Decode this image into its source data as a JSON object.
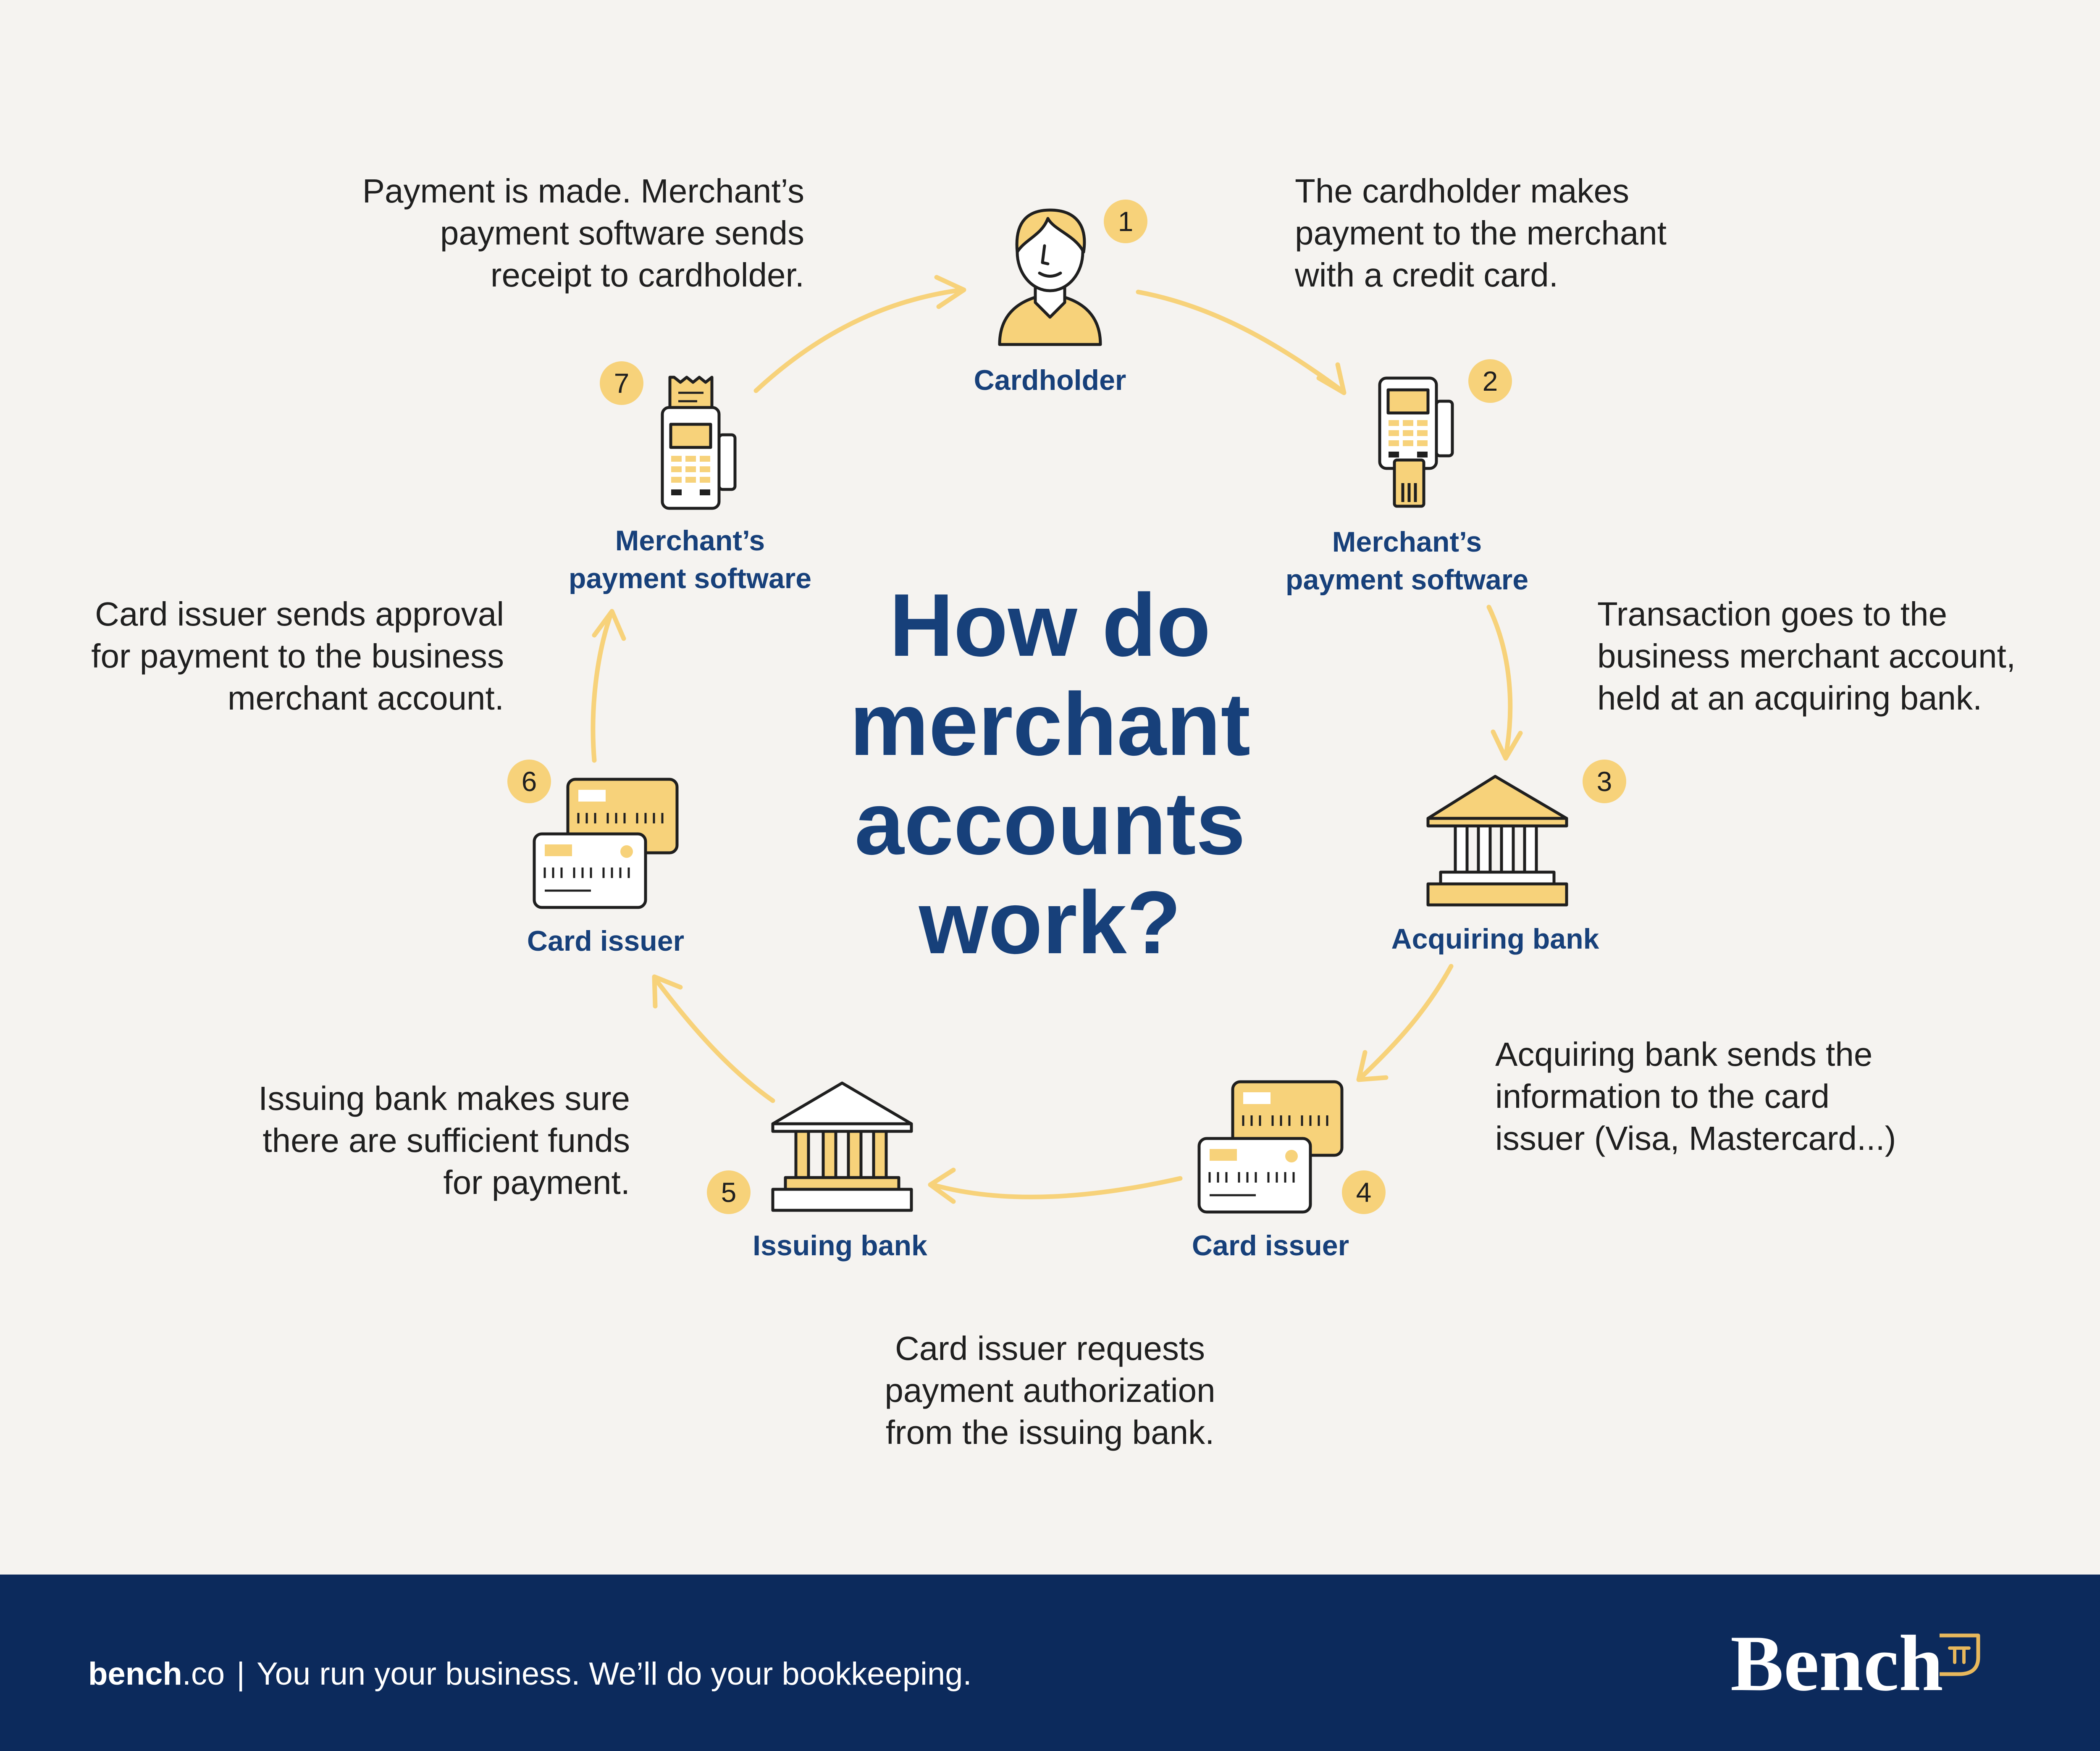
{
  "title": [
    "How do",
    "merchant",
    "accounts",
    "work?"
  ],
  "colors": {
    "accent": "#f7d27a",
    "navy": "#17407a",
    "footer": "#0c2a5c",
    "background": "#f5f3f0"
  },
  "steps": [
    {
      "number": "1",
      "label": [
        "Cardholder"
      ],
      "icon": "person-icon",
      "description": [
        "The cardholder makes",
        "payment to the merchant",
        "with a credit card."
      ]
    },
    {
      "number": "2",
      "label": [
        "Merchant’s",
        "payment software"
      ],
      "icon": "card-terminal-icon",
      "description": [
        "Transaction goes to the",
        "business merchant account,",
        "held at an acquiring bank."
      ]
    },
    {
      "number": "3",
      "label": [
        "Acquiring bank"
      ],
      "icon": "bank-icon",
      "description": [
        "Acquiring bank sends the",
        "information to the card",
        "issuer (Visa, Mastercard...)"
      ]
    },
    {
      "number": "4",
      "label": [
        "Card issuer"
      ],
      "icon": "credit-cards-icon",
      "description": [
        "Card issuer requests",
        "payment authorization",
        "from the issuing bank."
      ]
    },
    {
      "number": "5",
      "label": [
        "Issuing bank"
      ],
      "icon": "bank-icon",
      "description": [
        "Issuing bank makes sure",
        "there are sufficient funds",
        "for payment."
      ]
    },
    {
      "number": "6",
      "label": [
        "Card issuer"
      ],
      "icon": "credit-cards-icon",
      "description": [
        "Card issuer sends approval",
        "for payment to the business",
        "merchant account."
      ]
    },
    {
      "number": "7",
      "label": [
        "Merchant’s",
        "payment software"
      ],
      "icon": "receipt-terminal-icon",
      "description": [
        "Payment is made. Merchant’s",
        "payment software sends",
        "receipt to cardholder."
      ]
    }
  ],
  "footer": {
    "site_bold": "bench",
    "site_rest": ".co",
    "separator": "|",
    "tagline": "You run your business. We’ll do your bookkeeping.",
    "logo": "Bench"
  }
}
